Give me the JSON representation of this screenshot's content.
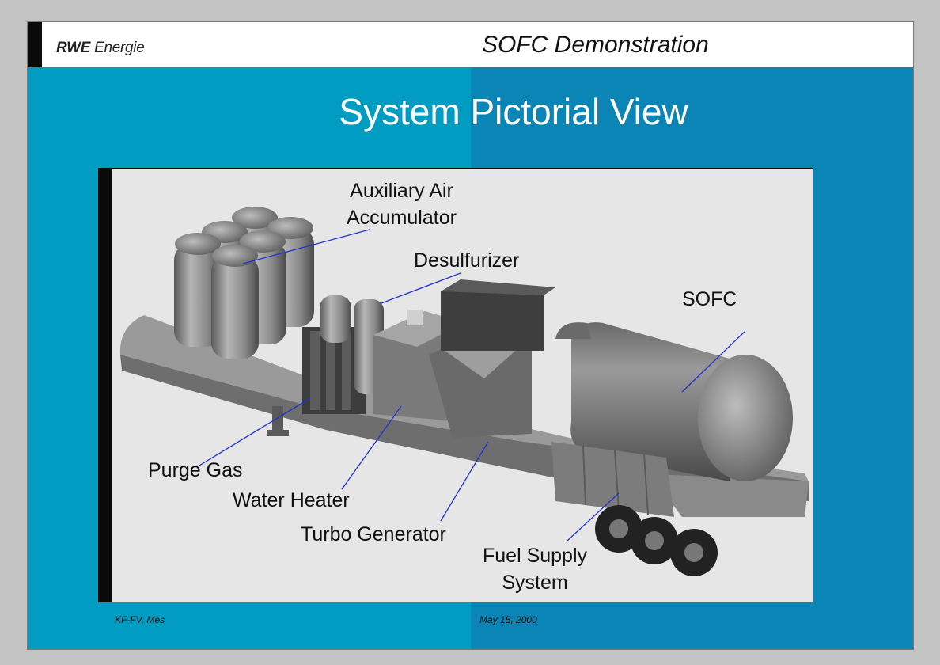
{
  "header": {
    "logo_bold": "RWE",
    "logo_text": "Energie",
    "title": "SOFC Demonstration"
  },
  "slide": {
    "title": "System Pictorial View"
  },
  "labels": {
    "aux_air_1": "Auxiliary Air",
    "aux_air_2": "Accumulator",
    "desulfurizer": "Desulfurizer",
    "sofc": "SOFC",
    "purge_gas": "Purge Gas",
    "water_heater": "Water Heater",
    "turbo_generator": "Turbo Generator",
    "fuel_supply_1": "Fuel Supply",
    "fuel_supply_2": "System"
  },
  "footer": {
    "left": "KF-FV, Mes",
    "right": "May 15, 2000"
  },
  "colors": {
    "panel_left": "#009cc2",
    "panel_right": "#0a85b6",
    "leader_line": "#2233cc"
  }
}
